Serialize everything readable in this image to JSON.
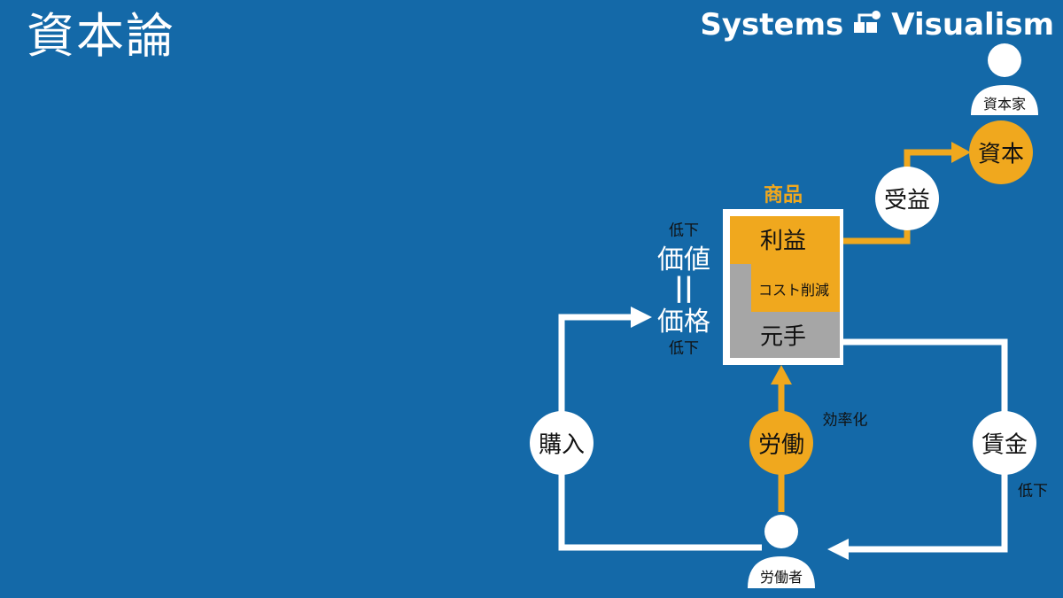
{
  "title": "資本論",
  "brand": {
    "text_left": "Systems",
    "text_right": "Visualism",
    "logo_icon": "systems-visualism-logo"
  },
  "commodity": {
    "heading": "商品",
    "profit": "利益",
    "cost_reduction": "コスト削減",
    "principal": "元手"
  },
  "value_side": {
    "top_note": "低下",
    "value": "価値",
    "equals": "||",
    "price": "価格",
    "bottom_note": "低下"
  },
  "nodes": {
    "benefit": "受益",
    "capital": "資本",
    "labor": "労働",
    "purchase": "購入",
    "wage": "賃金"
  },
  "notes": {
    "efficiency": "効率化",
    "wage_drop": "低下"
  },
  "actors": {
    "capitalist": "資本家",
    "worker": "労働者"
  },
  "colors": {
    "background": "#1469a8",
    "accent": "#f0a81e",
    "gray": "#a6a6a6",
    "white": "#ffffff"
  }
}
